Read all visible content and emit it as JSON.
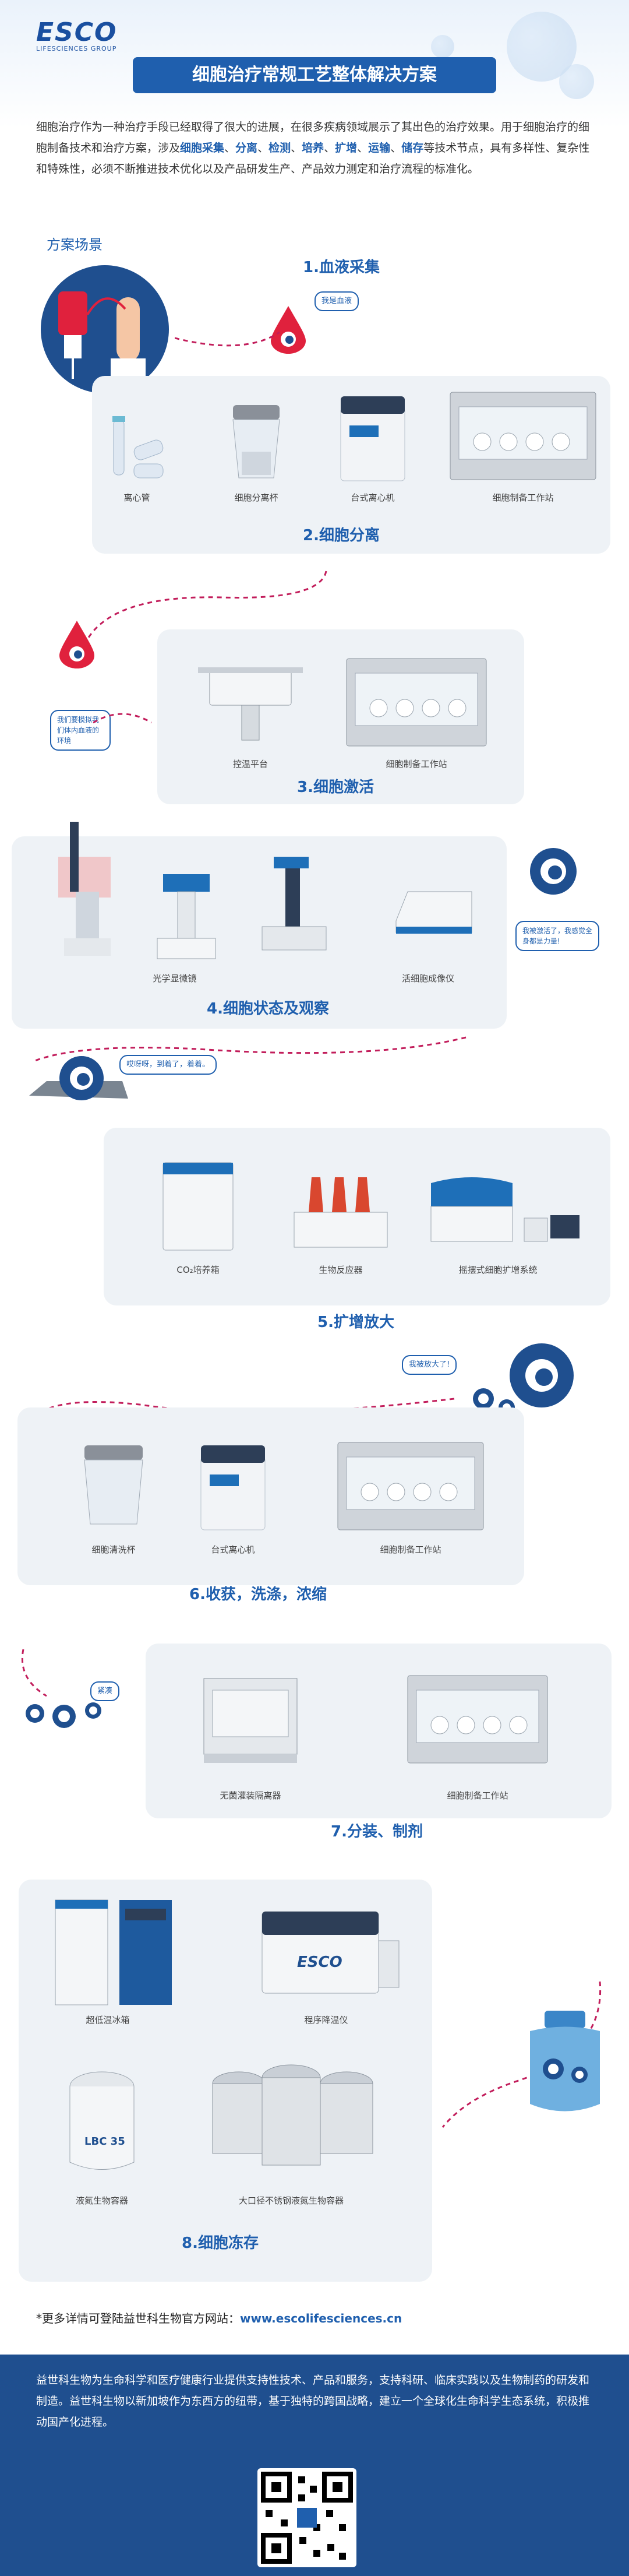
{
  "header": {
    "logo_text": "ESCO",
    "logo_subtitle": "LIFESCIENCES GROUP",
    "title": "细胞治疗常规工艺整体解决方案"
  },
  "intro": {
    "part1": "细胞治疗作为一种治疗手段已经取得了很大的进展，在很多疾病领域展示了其出色的治疗效果。用于细胞治疗的细胞制备技术和治疗方案，涉及",
    "k1": "细胞采集",
    "k2": "分离",
    "k3": "检测",
    "k4": "培养",
    "k5": "扩增",
    "k6": "运输",
    "k7": "储存",
    "part2": "等技术节点，具有多样性、复杂性和特殊性，必须不断推进技术优化以及产品研发生产、产品效力测定和治疗流程的标准化。",
    "sep": "、"
  },
  "scene_label": "方案场景",
  "steps": {
    "s1": {
      "title": "1.血液采集",
      "bubble": "我是血液"
    },
    "s2": {
      "title": "2.细胞分离",
      "items": [
        "离心管",
        "细胞分离杯",
        "台式离心机",
        "细胞制备工作站"
      ]
    },
    "s3": {
      "title": "3.细胞激活",
      "bubble": "我们要模拟我们体内血液的环境",
      "items": [
        "控温平台",
        "细胞制备工作站"
      ]
    },
    "s4": {
      "title": "4.细胞状态及观察",
      "bubble": "我被激活了，我感觉全身都是力量!",
      "items": [
        "光学显微镜",
        "活细胞成像仪"
      ]
    },
    "s5": {
      "title": "5.扩增放大",
      "bubble_top": "哎呀呀，到着了，着着。",
      "bubble_bottom": "我被放大了!",
      "items": [
        "CO₂培养箱",
        "生物反应器",
        "摇摆式细胞扩增系统"
      ]
    },
    "s6": {
      "title": "6.收获，洗涤，浓缩",
      "items": [
        "细胞清洗杯",
        "台式离心机",
        "细胞制备工作站"
      ]
    },
    "s7": {
      "title": "7.分装、制剂",
      "bubble": "紧凑",
      "items": [
        "无菌灌装隔离器",
        "细胞制备工作站"
      ]
    },
    "s8": {
      "title": "8.细胞冻存",
      "items": [
        "超低温冰箱",
        "程序降温仪",
        "液氮生物容器",
        "大口径不锈钢液氮生物容器"
      ],
      "device_brand": "ESCO",
      "tank_label": "LBC 35"
    }
  },
  "footer": {
    "note_prefix": "*更多详情可登陆益世科生物官方网站：",
    "url": "www.escolifesciences.cn",
    "about": "益世科生物为生命科学和医疗健康行业提供支持性技术、产品和服务，支持科研、临床实践以及生物制药的研发和制造。益世科生物以新加坡作为东西方的纽带，基于独特的跨国战略，建立一个全球化生命科学生态系统，积极推动国产化进程。"
  },
  "colors": {
    "brand": "#1f5fae",
    "accent": "#c21d5b",
    "panel": "#eef2f6",
    "footer": "#1f4f8f"
  }
}
